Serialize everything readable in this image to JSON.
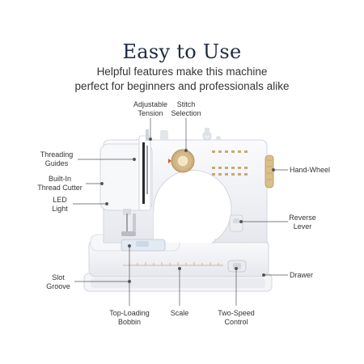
{
  "header": {
    "title": "Easy to Use",
    "subtitle_line1": "Helpful features make this machine",
    "subtitle_line2": "perfect for beginners and professionals alike"
  },
  "callouts": {
    "adjustable_tension": [
      "Adjustable",
      "Tension"
    ],
    "stitch_selection": [
      "Stitch",
      "Selection"
    ],
    "threading_guides": [
      "Threading",
      "Guides"
    ],
    "thread_cutter": [
      "Built-In",
      "Thread Cutter"
    ],
    "led_light": [
      "LED",
      "Light"
    ],
    "hand_wheel": [
      "Hand-Wheel"
    ],
    "reverse_lever": [
      "Reverse",
      "Lever"
    ],
    "drawer": [
      "Drawer"
    ],
    "slot_groove": [
      "Slot",
      "Groove"
    ],
    "bobbin": [
      "Top-Loading",
      "Bobbin"
    ],
    "scale": [
      "Scale"
    ],
    "two_speed": [
      "Two-Speed",
      "Control"
    ]
  },
  "colors": {
    "title": "#1f2a44",
    "machine_body": "#f2f3f6",
    "accent_gold": "#c9a877",
    "leader_line": "#555555"
  }
}
